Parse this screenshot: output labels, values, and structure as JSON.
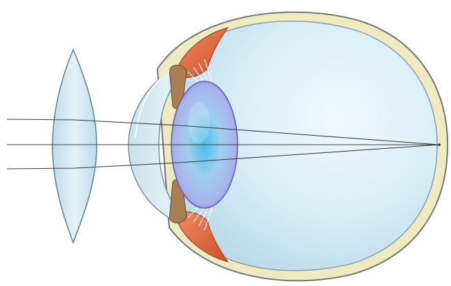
{
  "diagram": {
    "title": "",
    "labels": []
  },
  "colors": {
    "background": "#ffffff",
    "sclera_fill": "#efeac0",
    "sclera_stroke": "#6f7778",
    "vitreous": "#c8e3ef",
    "vitreous_highlight": "#f2f9fc",
    "cornea": "#dbecf5",
    "external_lens": "#d2e7f2",
    "crystalline_lens_core": "#43bfe4",
    "crystalline_lens_edge": "#7a74d6",
    "ciliary_muscle": "#e3663e",
    "iris": "#a87e52",
    "zonule_fibers": "#ffffff",
    "light_rays": "#3b3b3b"
  },
  "icons": [
    "corrective-convex-lens",
    "eyeball-cross-section",
    "crystalline-lens",
    "ciliary-body",
    "iris",
    "zonular-fibers",
    "light-rays",
    "focal-point-on-retina"
  ]
}
